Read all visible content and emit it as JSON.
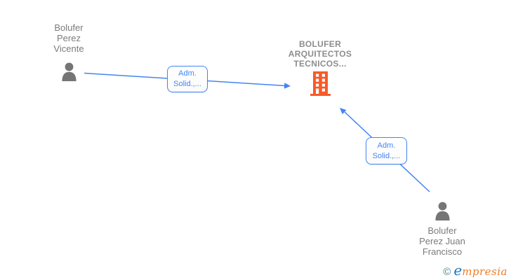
{
  "canvas": {
    "background": "#ffffff"
  },
  "colors": {
    "edge": "#4285F4",
    "edge_label_text": "#4285F4",
    "edge_label_border": "#4285F4",
    "person_icon": "#757575",
    "person_text": "#7b7b7b",
    "company_text": "#8d8d8d",
    "company_icon": "#F75B28",
    "watermark_symbol": "#47808F",
    "watermark_e": "#1D76BD",
    "watermark_rest": "#EE7D26"
  },
  "diagram": {
    "nodes": [
      {
        "id": "person-vicente",
        "type": "person",
        "label": "Bolufer\nPerez\nVicente",
        "icon": "person-icon"
      },
      {
        "id": "company-bolufer",
        "type": "company",
        "label": "BOLUFER\nARQUITECTOS\nTECNICOS...",
        "icon": "building-icon"
      },
      {
        "id": "person-juan-francisco",
        "type": "person",
        "label": "Bolufer\nPerez Juan\nFrancisco",
        "icon": "person-icon"
      }
    ],
    "edges": [
      {
        "from": "person-vicente",
        "to": "company-bolufer",
        "label": "Adm.\nSolid.,..."
      },
      {
        "from": "person-juan-francisco",
        "to": "company-bolufer",
        "label": "Adm.\nSolid.,..."
      }
    ]
  },
  "watermark": {
    "symbol": "©",
    "brand_lead": "e",
    "brand_rest": "mpresia"
  }
}
